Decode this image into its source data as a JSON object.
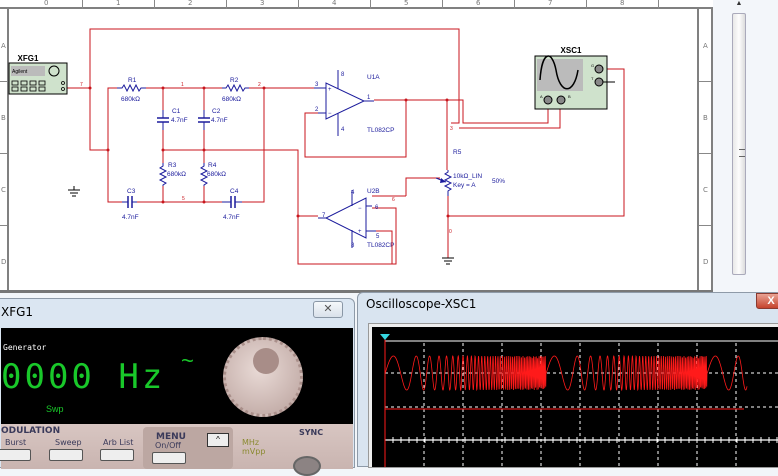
{
  "schematic": {
    "column_labels": [
      "0",
      "1",
      "2",
      "3",
      "4",
      "5",
      "6",
      "7",
      "8"
    ],
    "row_labels": [
      "A",
      "B",
      "C",
      "D"
    ],
    "components": {
      "xfg1": {
        "ref": "XFG1",
        "brand": "Agilent"
      },
      "xsc1": {
        "ref": "XSC1",
        "terminals": [
          "A",
          "B",
          "G",
          "T"
        ]
      },
      "r1": {
        "ref": "R1",
        "value": "680kΩ"
      },
      "r2": {
        "ref": "R2",
        "value": "680kΩ"
      },
      "r3": {
        "ref": "R3",
        "value": "680kΩ"
      },
      "r4": {
        "ref": "R4",
        "value": "680kΩ"
      },
      "c1": {
        "ref": "C1",
        "value": "4.7nF"
      },
      "c2": {
        "ref": "C2",
        "value": "4.7nF"
      },
      "c3": {
        "ref": "C3",
        "value": "4.7nF"
      },
      "c4": {
        "ref": "C4",
        "value": "4.7nF"
      },
      "u1a": {
        "ref": "U1A",
        "part": "TL082CP",
        "pins": [
          "3",
          "2",
          "1",
          "8",
          "4"
        ]
      },
      "u2b": {
        "ref": "U2B",
        "part": "TL082CP",
        "pins": [
          "6",
          "5",
          "7",
          "4",
          "8"
        ]
      },
      "r5": {
        "ref": "R5",
        "value": "10kΩ_LIN",
        "key": "Key = A",
        "setting": "50%"
      }
    },
    "net_labels": [
      "7",
      "1",
      "2",
      "5",
      "3",
      "6",
      "0"
    ]
  },
  "function_generator": {
    "title": "XFG1",
    "close_label": "✕",
    "display": {
      "header": "Generator",
      "frequency": "0000",
      "unit": "Hz",
      "wave_symbol": "~",
      "mode": "Swp"
    },
    "panel": {
      "modulation_label": "ODULATION",
      "buttons": [
        "Burst",
        "Sweep",
        "Arb List"
      ],
      "menu_label": "MENU",
      "menu_sub": "On/Off",
      "up_label": "^",
      "units": [
        "MHz",
        "mVpp"
      ],
      "sync_label": "SYNC"
    }
  },
  "oscilloscope": {
    "title": "Oscilloscope-XSC1",
    "close_label": "X",
    "trace_color": "#ff1a1a",
    "cursor_colors": [
      "#35d6e0",
      "#e8e03a"
    ]
  },
  "colors": {
    "wire": "#c8161d",
    "component": "#1b1b9c",
    "net_label": "#c8161d"
  }
}
